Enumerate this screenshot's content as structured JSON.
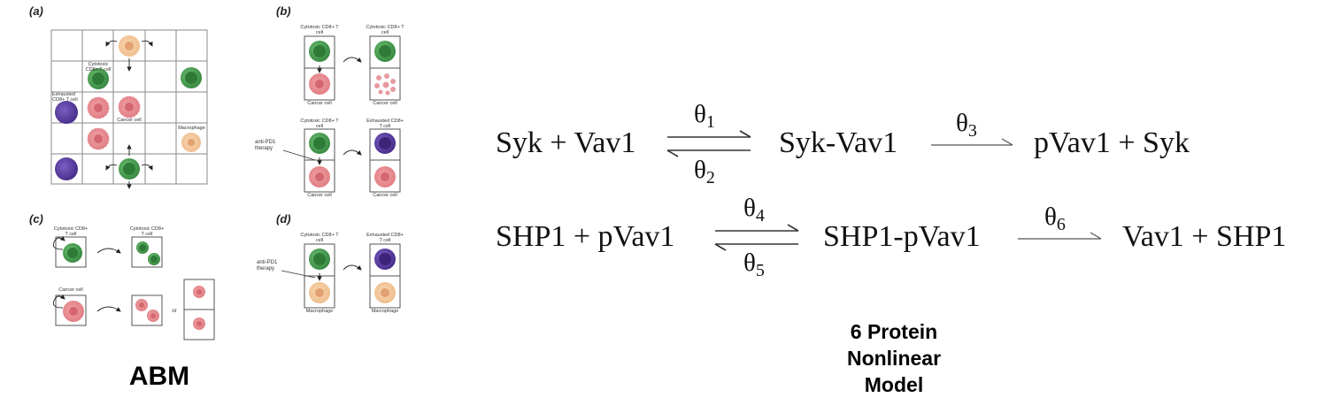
{
  "abm": {
    "caption": "ABM",
    "panel_a": {
      "letter": "(a)",
      "cytotoxic_label": "Cytotoxic CD8+ T cell",
      "exhausted_label": "Exhausted CD8+ T cell",
      "cancer_label": "Cancer cell",
      "macrophage_label": "Macrophage"
    },
    "panel_b": {
      "letter": "(b)",
      "top_left_label": "Cytotoxic CD8+ T cell",
      "top_right_label": "Cytotoxic CD8+ T cell",
      "top_left_bottom": "Cancer cell",
      "top_right_bottom": "Cancer cell",
      "bottom_left_label": "Cytotoxic CD8+ T cell",
      "bottom_right_label": "Exhausted CD8+ T cell",
      "therapy_label": "anti-PD1 therapy",
      "bottom_left_bottom": "Cancer cell",
      "bottom_right_bottom": "Cancer cell"
    },
    "panel_c": {
      "letter": "(c)",
      "top_left_label": "Cytotoxic CD8+ T cell",
      "top_right_label": "Cytotoxic CD8+ T cell",
      "cancer_label": "Cancer cell",
      "or_label": "or"
    },
    "panel_d": {
      "letter": "(d)",
      "left_label": "Cytotoxic CD8+ T cell",
      "right_label": "Exhausted CD8+ T cell",
      "therapy_label": "anti-PD1 therapy",
      "left_bottom": "Macrophage",
      "right_bottom": "Macrophage"
    }
  },
  "model": {
    "reaction1": {
      "left": "Syk + Vav1",
      "forward_theta": "θ",
      "forward_sub": "1",
      "reverse_theta": "θ",
      "reverse_sub": "2",
      "middle": "Syk-Vav1",
      "cat_theta": "θ",
      "cat_sub": "3",
      "right": "pVav1 + Syk"
    },
    "reaction2": {
      "left": "SHP1 + pVav1",
      "forward_theta": "θ",
      "forward_sub": "4",
      "reverse_theta": "θ",
      "reverse_sub": "5",
      "middle": "SHP1-pVav1",
      "cat_theta": "θ",
      "cat_sub": "6",
      "right": "Vav1 + SHP1"
    },
    "caption_line1": "6 Protein",
    "caption_line2": "Nonlinear",
    "caption_line3": "Model"
  },
  "colors": {
    "cytotoxic": "#3f9a4a",
    "exhausted": "#5b3f9e",
    "cancer": "#e48a8f",
    "macrophage": "#f1c090",
    "grid": "#777777"
  }
}
